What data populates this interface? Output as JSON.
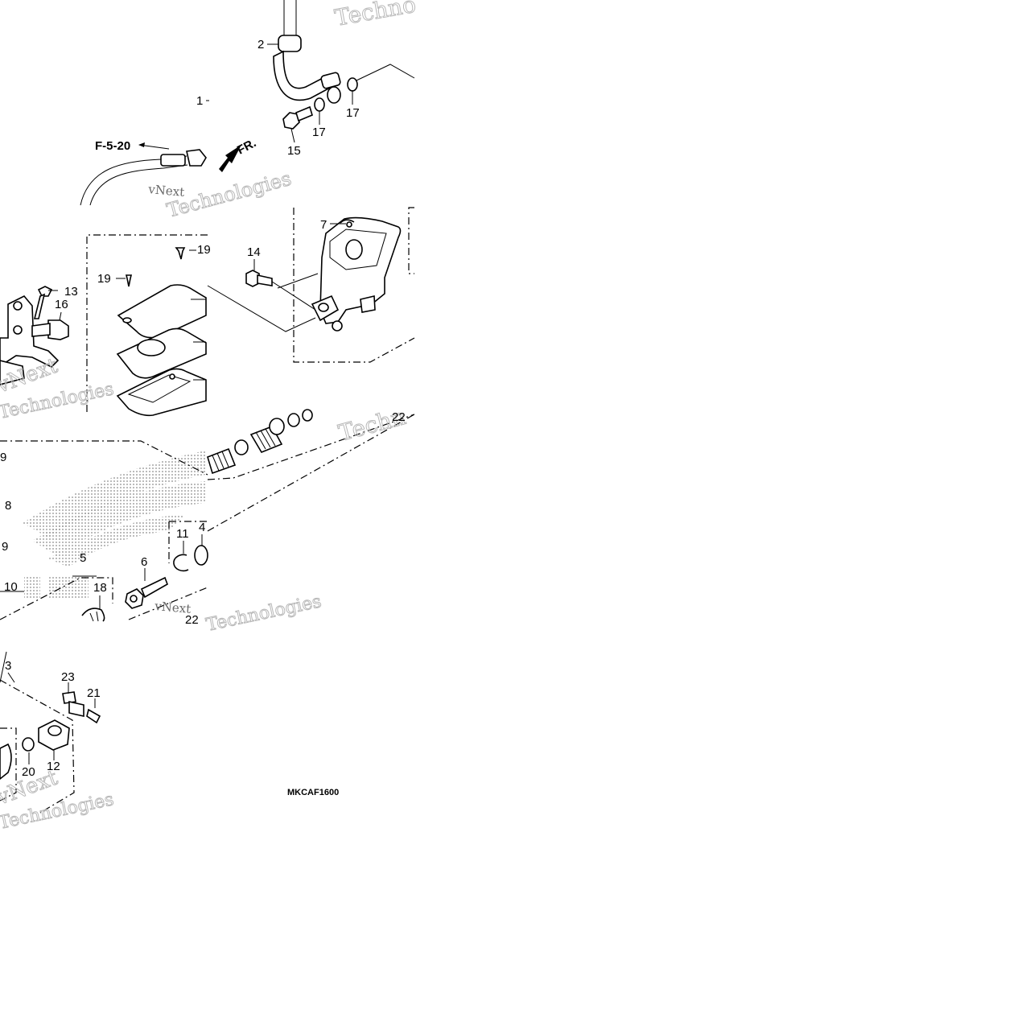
{
  "diagram": {
    "code": "MKCAF1600",
    "reference": "F-5-20",
    "direction": "FR.",
    "watermark": {
      "line1": "vNext",
      "line2": "Technologies",
      "top_fragment": "Techno",
      "mid_fragment": "Techn"
    },
    "callouts": {
      "c1": "1",
      "c2": "2",
      "c3": "3",
      "c4": "4",
      "c5": "5",
      "c6": "6",
      "c7": "7",
      "c8": "8",
      "c9a": "9",
      "c9b": "9",
      "c10": "10",
      "c11": "11",
      "c12": "12",
      "c13": "13",
      "c14": "14",
      "c15": "15",
      "c16": "16",
      "c17a": "17",
      "c17b": "17",
      "c18": "18",
      "c19a": "19",
      "c19b": "19",
      "c20": "20",
      "c21": "21",
      "c22a": "22",
      "c22b": "22",
      "c23": "23"
    },
    "colors": {
      "line": "#000000",
      "watermark": "#b8b8b8",
      "background": "#ffffff"
    }
  }
}
